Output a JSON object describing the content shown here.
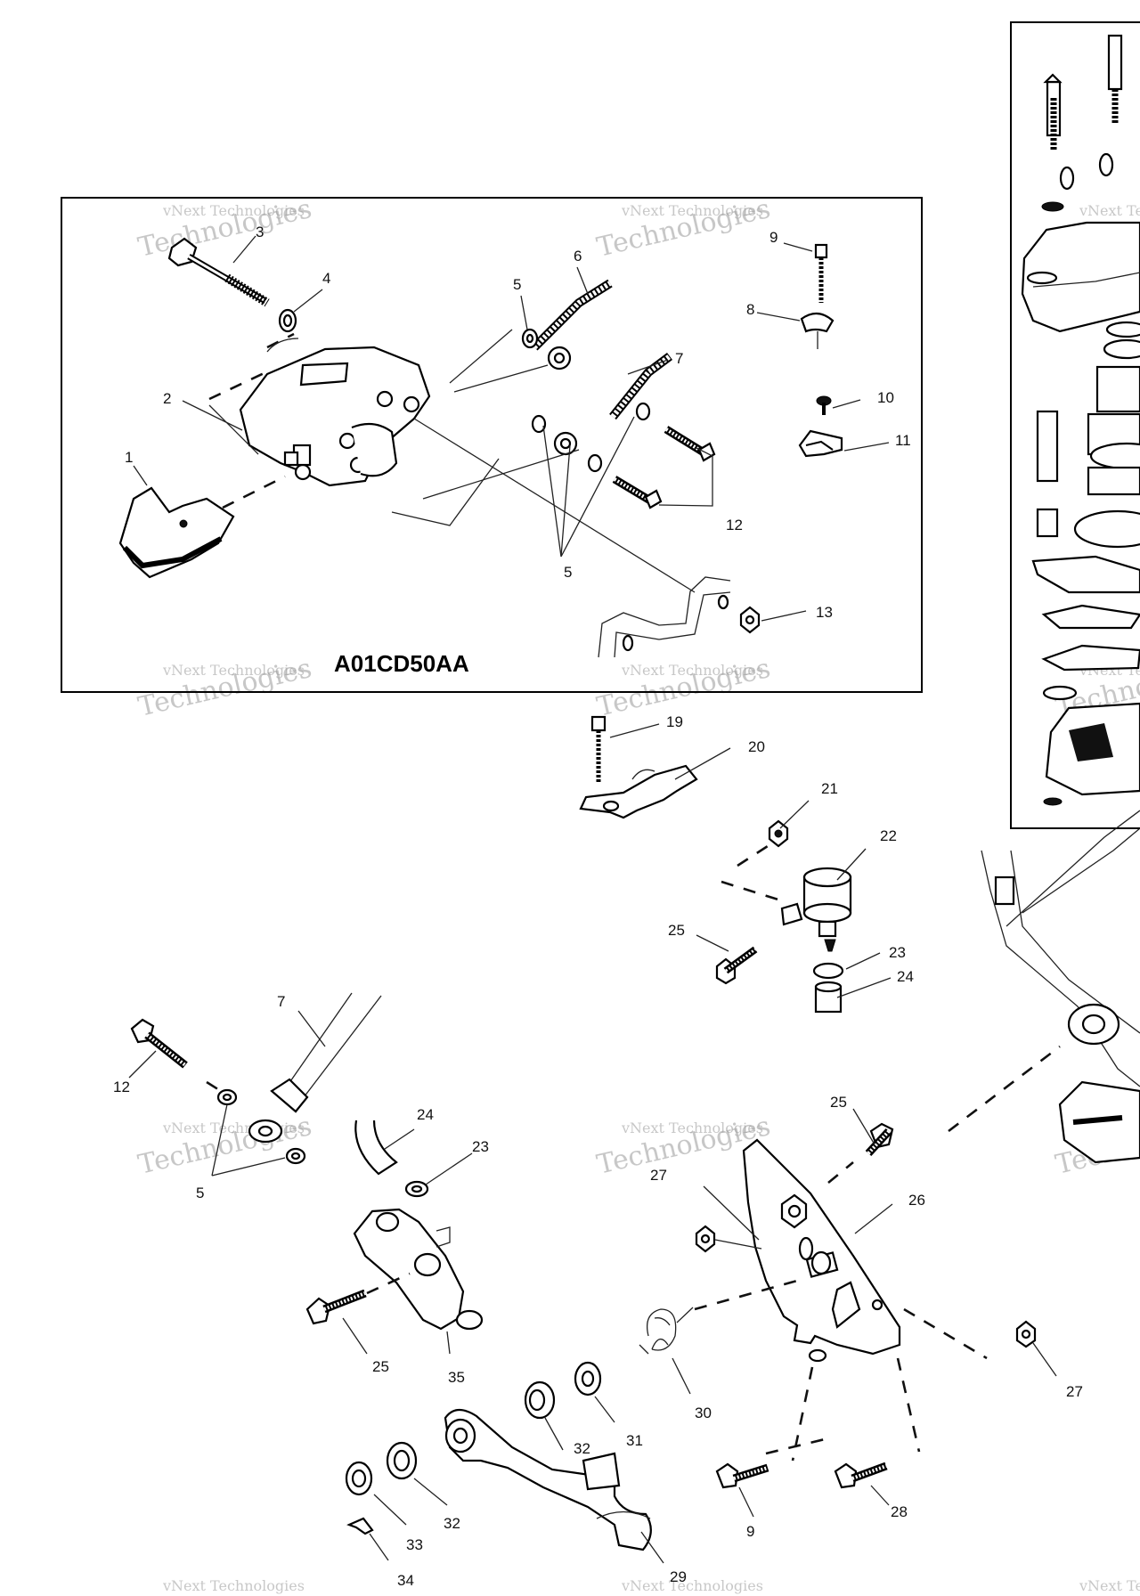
{
  "diagram": {
    "inset_code": "A01CD50AA",
    "watermark_line1": "vNext Technologies",
    "watermark_line2": "Technologies",
    "callouts": [
      {
        "id": "c1",
        "text": "1"
      },
      {
        "id": "c2",
        "text": "2"
      },
      {
        "id": "c3",
        "text": "3"
      },
      {
        "id": "c4",
        "text": "4"
      },
      {
        "id": "c5a",
        "text": "5"
      },
      {
        "id": "c6",
        "text": "6"
      },
      {
        "id": "c7a",
        "text": "7"
      },
      {
        "id": "c8",
        "text": "8"
      },
      {
        "id": "c9a",
        "text": "9"
      },
      {
        "id": "c10",
        "text": "10"
      },
      {
        "id": "c11",
        "text": "11"
      },
      {
        "id": "c12a",
        "text": "12"
      },
      {
        "id": "c5b",
        "text": "5"
      },
      {
        "id": "c13",
        "text": "13"
      },
      {
        "id": "c19",
        "text": "19"
      },
      {
        "id": "c20",
        "text": "20"
      },
      {
        "id": "c21",
        "text": "21"
      },
      {
        "id": "c22",
        "text": "22"
      },
      {
        "id": "c25a",
        "text": "25"
      },
      {
        "id": "c23a",
        "text": "23"
      },
      {
        "id": "c24a",
        "text": "24"
      },
      {
        "id": "c7b",
        "text": "7"
      },
      {
        "id": "c12b",
        "text": "12"
      },
      {
        "id": "c24b",
        "text": "24"
      },
      {
        "id": "c23b",
        "text": "23"
      },
      {
        "id": "c5c",
        "text": "5"
      },
      {
        "id": "c25b",
        "text": "25"
      },
      {
        "id": "c27a",
        "text": "27"
      },
      {
        "id": "c26",
        "text": "26"
      },
      {
        "id": "c25c",
        "text": "25"
      },
      {
        "id": "c35",
        "text": "35"
      },
      {
        "id": "c30",
        "text": "30"
      },
      {
        "id": "c27b",
        "text": "27"
      },
      {
        "id": "c32a",
        "text": "32"
      },
      {
        "id": "c31",
        "text": "31"
      },
      {
        "id": "c32b",
        "text": "32"
      },
      {
        "id": "c33",
        "text": "33"
      },
      {
        "id": "c9b",
        "text": "9"
      },
      {
        "id": "c28",
        "text": "28"
      },
      {
        "id": "c34",
        "text": "34"
      },
      {
        "id": "c29",
        "text": "29"
      }
    ]
  }
}
